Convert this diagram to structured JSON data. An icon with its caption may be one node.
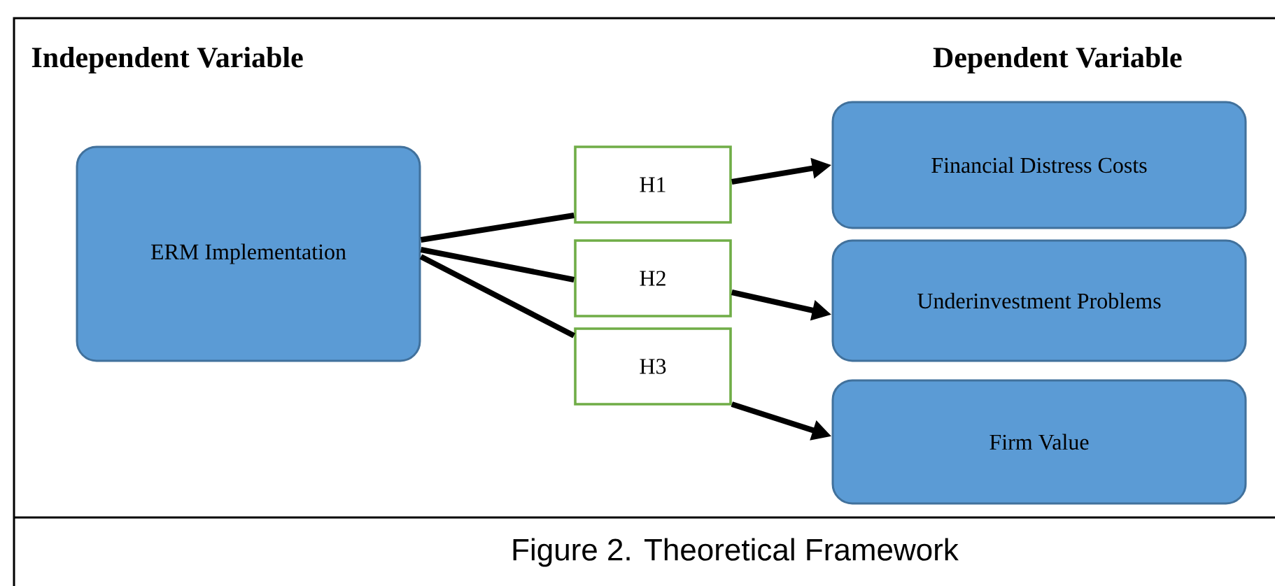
{
  "diagram": {
    "caption": "Figure 2. Theoretical Framework",
    "nodes": [
      {
        "text": [
          "ERM Implementation"
        ]
      },
      {
        "text": [
          "Financial Distress Costs"
        ]
      },
      {
        "text": [
          "Underinvestment Problems"
        ]
      },
      {
        "text": [
          "Firm Value"
        ]
      },
      {
        "text": [
          "H1"
        ]
      },
      {
        "text": [
          "H2"
        ]
      },
      {
        "text": [
          "H3"
        ]
      }
    ],
    "edges": [
      {
        "from": 0,
        "to": 4,
        "arrow": "none"
      },
      {
        "from": 4,
        "to": 1,
        "arrow": "to"
      },
      {
        "from": 0,
        "to": 5,
        "arrow": "none"
      },
      {
        "from": 5,
        "to": 2,
        "arrow": "to"
      },
      {
        "from": 0,
        "to": 6,
        "arrow": "none"
      },
      {
        "from": 6,
        "to": 3,
        "arrow": "to"
      }
    ],
    "labels": [
      "Independent Variable",
      "Dependent Variable"
    ]
  }
}
